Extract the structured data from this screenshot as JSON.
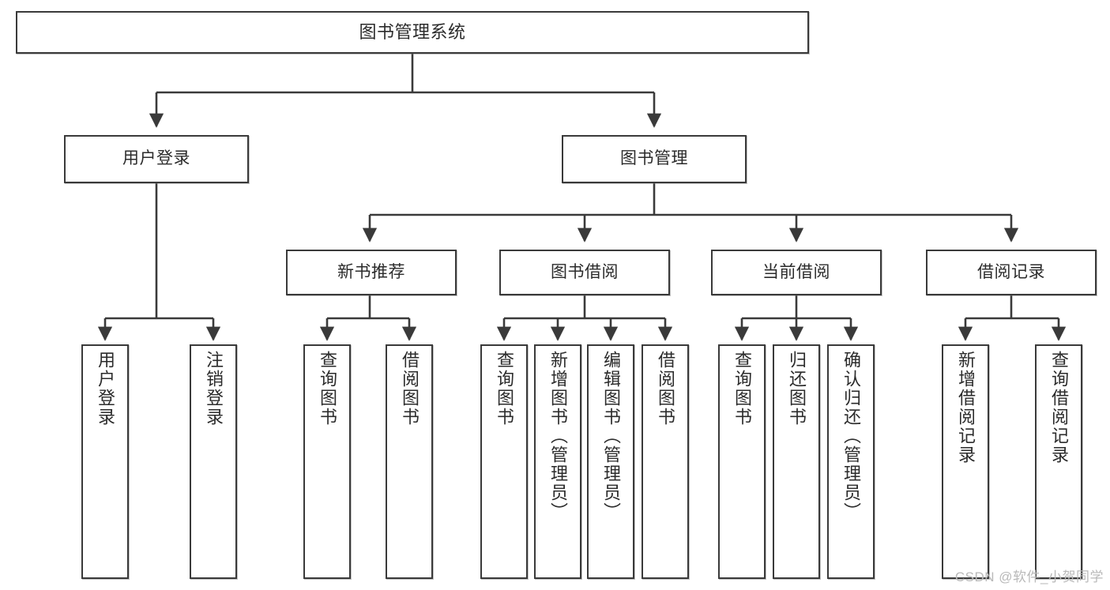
{
  "diagram": {
    "title": "图书管理系统",
    "type": "hierarchy-tree",
    "root": {
      "label": "图书管理系统"
    },
    "level2": [
      {
        "id": "user-login",
        "label": "用户登录"
      },
      {
        "id": "book-management",
        "label": "图书管理"
      }
    ],
    "level3": [
      {
        "id": "new-book-recommend",
        "label": "新书推荐",
        "parent": "book-management"
      },
      {
        "id": "book-borrow",
        "label": "图书借阅",
        "parent": "book-management"
      },
      {
        "id": "current-borrow",
        "label": "当前借阅",
        "parent": "book-management"
      },
      {
        "id": "borrow-record",
        "label": "借阅记录",
        "parent": "book-management"
      }
    ],
    "leaves": [
      {
        "id": "leaf-user-login",
        "label": "用户登录",
        "parent": "user-login"
      },
      {
        "id": "leaf-logout-login",
        "label": "注销登录",
        "parent": "user-login"
      },
      {
        "id": "leaf-query-book-1",
        "label": "查询图书",
        "parent": "new-book-recommend"
      },
      {
        "id": "leaf-borrow-book-1",
        "label": "借阅图书",
        "parent": "new-book-recommend"
      },
      {
        "id": "leaf-query-book-2",
        "label": "查询图书",
        "parent": "book-borrow"
      },
      {
        "id": "leaf-add-book-admin",
        "label": "新增图书（管理员）",
        "parent": "book-borrow"
      },
      {
        "id": "leaf-edit-book-admin",
        "label": "编辑图书（管理员）",
        "parent": "book-borrow"
      },
      {
        "id": "leaf-borrow-book-2",
        "label": "借阅图书",
        "parent": "book-borrow"
      },
      {
        "id": "leaf-query-book-3",
        "label": "查询图书",
        "parent": "current-borrow"
      },
      {
        "id": "leaf-return-book",
        "label": "归还图书",
        "parent": "current-borrow"
      },
      {
        "id": "leaf-confirm-return-admin",
        "label": "确认归还（管理员）",
        "parent": "current-borrow"
      },
      {
        "id": "leaf-add-borrow-record",
        "label": "新增借阅记录",
        "parent": "borrow-record"
      },
      {
        "id": "leaf-query-borrow-record",
        "label": "查询借阅记录",
        "parent": "borrow-record"
      }
    ],
    "watermark": "CSDN @软件_小贺同学",
    "colors": {
      "stroke": "#3a3a3a",
      "text": "#2b2b2b",
      "background": "#ffffff",
      "watermark": "#b9b9b9"
    }
  }
}
